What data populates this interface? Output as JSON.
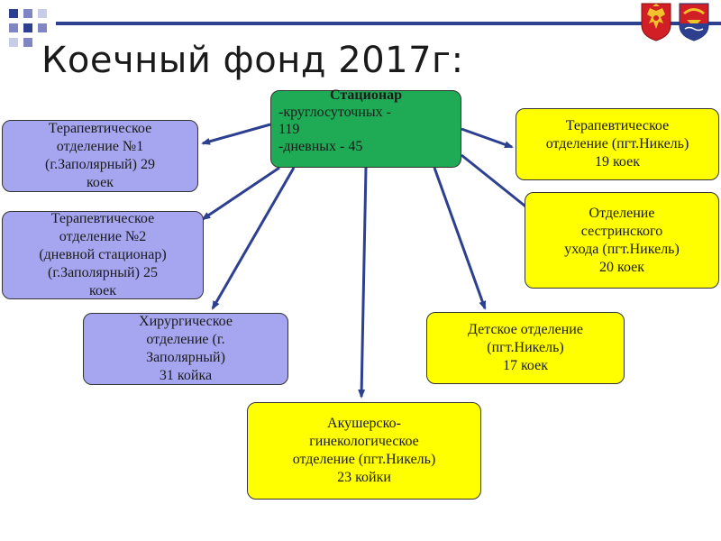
{
  "title": "Коечный фонд 2017г:",
  "center": {
    "head": "Стационар",
    "lines": [
      "-круглосуточных -",
      "119",
      "-дневных - 45"
    ]
  },
  "nodes": [
    {
      "lines": [
        "Терапевтическое",
        "отделение №1",
        "(г.Заполярный) 29",
        "коек"
      ]
    },
    {
      "lines": [
        "Терапевтическое",
        "отделение №2",
        "(дневной стационар)",
        "(г.Заполярный) 25",
        "коек"
      ]
    },
    {
      "lines": [
        "Хирургическое",
        "отделение (г.",
        "Заполярный)",
        "31 койка"
      ]
    },
    {
      "lines": [
        "Акушерско-",
        "гинекологическое",
        "отделение (пгт.Никель)",
        "23 койки"
      ]
    },
    {
      "lines": [
        "Детское отделение",
        "(пгт.Никель)",
        "17 коек"
      ]
    },
    {
      "lines": [
        "Отделение",
        "сестринского",
        "ухода (пгт.Никель)",
        "20 коек"
      ]
    },
    {
      "lines": [
        "Терапевтическое",
        "отделение (пгт.Никель)",
        "19 коек"
      ]
    }
  ],
  "colors": {
    "arrow": "#2d3f8f",
    "left_nodes": "#a6a6f0",
    "right_nodes": "#ffff00",
    "center": "#1faa55"
  },
  "icons": [
    "russia-coat-of-arms-icon",
    "murmansk-oblast-coat-of-arms-icon"
  ]
}
